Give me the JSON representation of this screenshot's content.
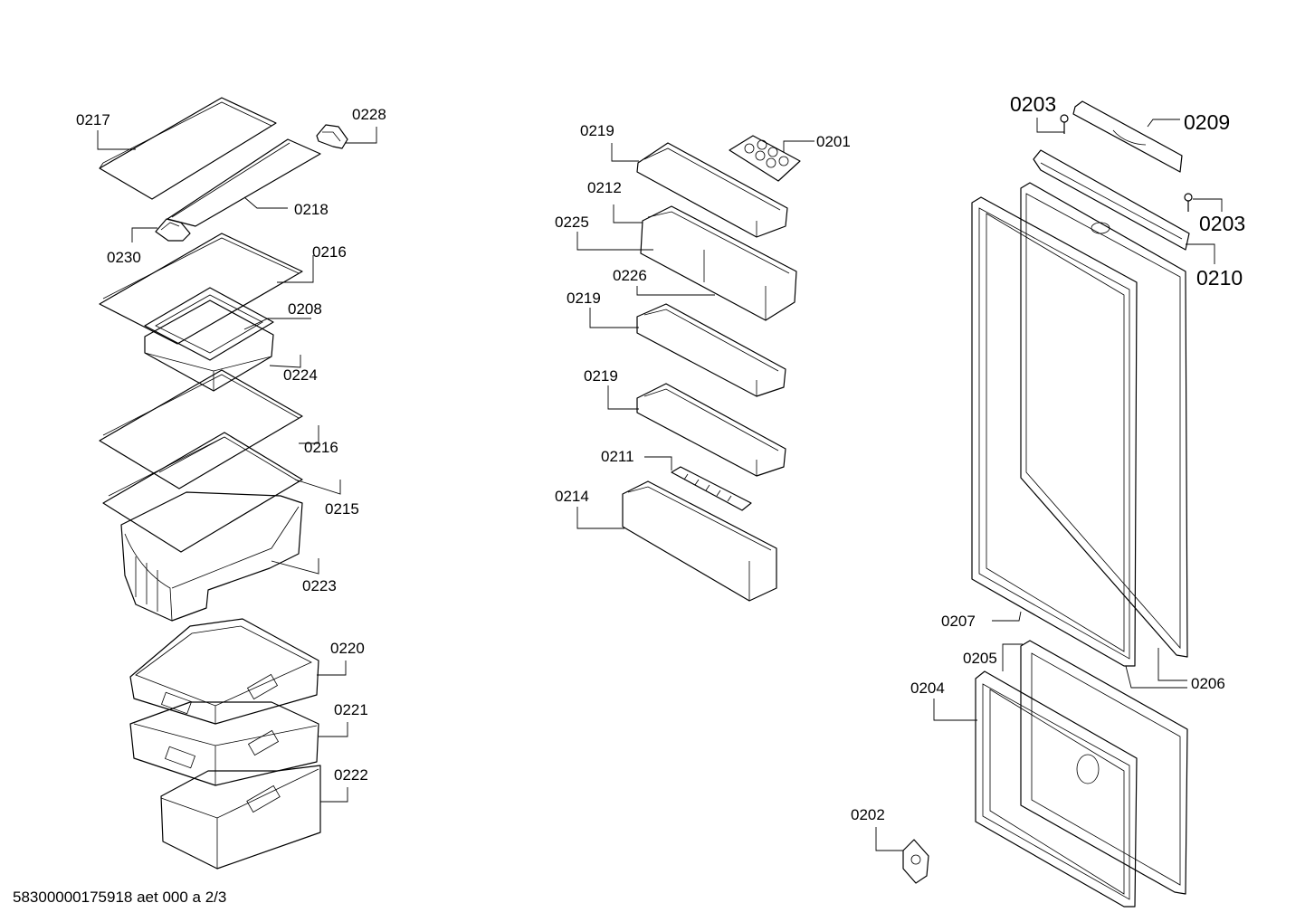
{
  "labels": {
    "p0217": "0217",
    "p0228": "0228",
    "p0218": "0218",
    "p0230": "0230",
    "p0216a": "0216",
    "p0208": "0208",
    "p0224": "0224",
    "p0216b": "0216",
    "p0215": "0215",
    "p0223": "0223",
    "p0220": "0220",
    "p0221": "0221",
    "p0222": "0222",
    "p0219a": "0219",
    "p0201": "0201",
    "p0212": "0212",
    "p0225": "0225",
    "p0226": "0226",
    "p0219b": "0219",
    "p0219c": "0219",
    "p0211": "0211",
    "p0214": "0214",
    "p0203a": "0203",
    "p0209": "0209",
    "p0203b": "0203",
    "p0210": "0210",
    "p0207": "0207",
    "p0205": "0205",
    "p0206": "0206",
    "p0204": "0204",
    "p0202": "0202"
  },
  "footer": "58300000175918 aet 000 a 2/3"
}
